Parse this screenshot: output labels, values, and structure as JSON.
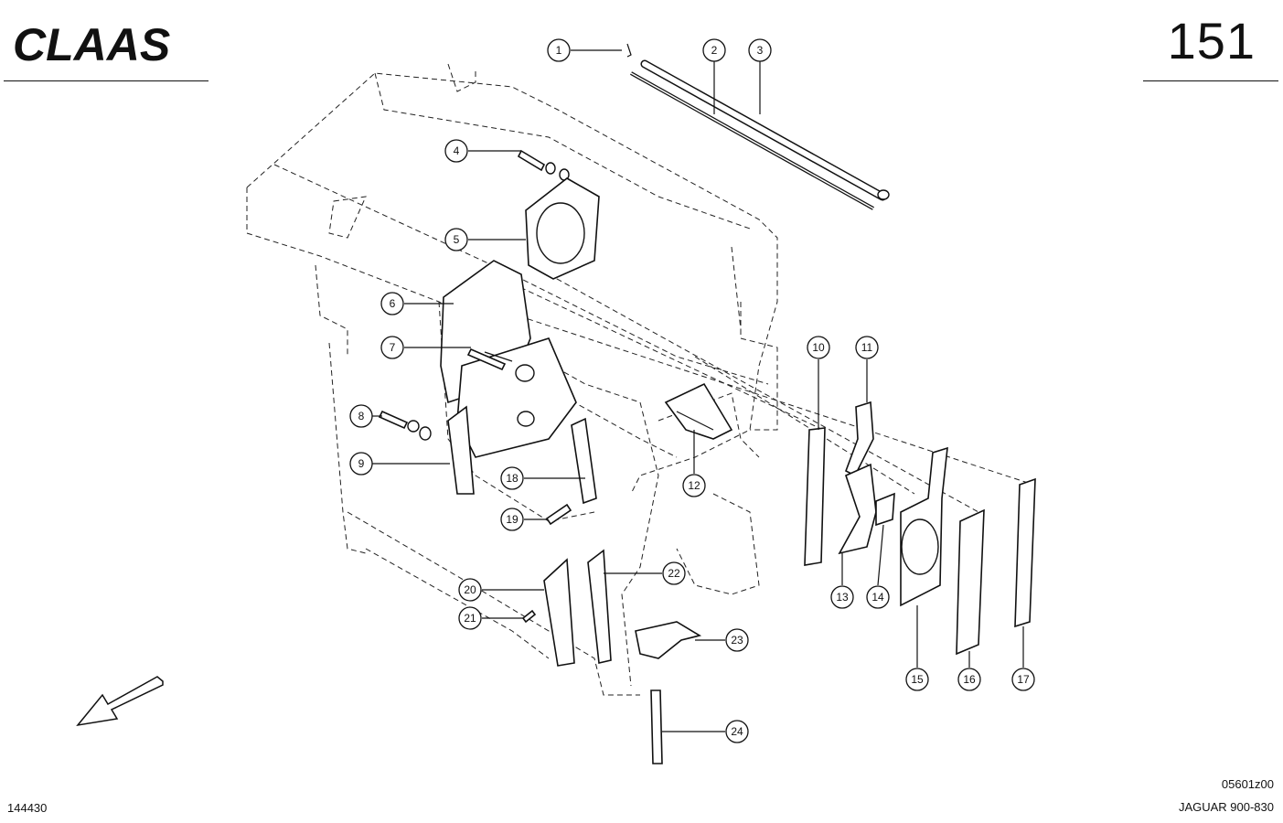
{
  "header": {
    "logo_text": "CLAAS",
    "page_number": "151"
  },
  "footer": {
    "left_code": "144430",
    "right_code": "05601z00",
    "model": "JAGUAR 900-830"
  },
  "callouts": [
    "1",
    "2",
    "3",
    "4",
    "5",
    "6",
    "7",
    "8",
    "9",
    "10",
    "11",
    "12",
    "13",
    "14",
    "15",
    "16",
    "17",
    "18",
    "19",
    "20",
    "21",
    "22",
    "23",
    "24"
  ]
}
